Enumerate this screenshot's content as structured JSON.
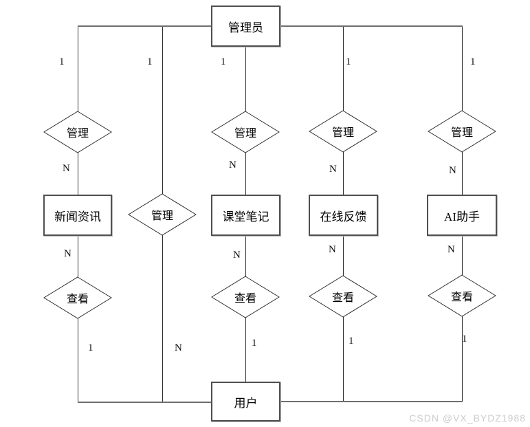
{
  "diagram_type": "entity-relationship",
  "entities": {
    "admin": "管理员",
    "user": "用户",
    "news": "新闻资讯",
    "notes": "课堂笔记",
    "feedback": "在线反馈",
    "ai": "AI助手"
  },
  "relations": {
    "manage": "管理",
    "view": "查看"
  },
  "cardinality": {
    "one": "1",
    "many": "N"
  },
  "watermark": "CSDN @VX_BYDZ1988",
  "colors": {
    "background": "#ffffff",
    "line": "#2f2f2f",
    "horizontal_line": "#6e6e6e",
    "entity_border": "#4f4f4f",
    "text": "#000000",
    "watermark": "#cccccc"
  }
}
